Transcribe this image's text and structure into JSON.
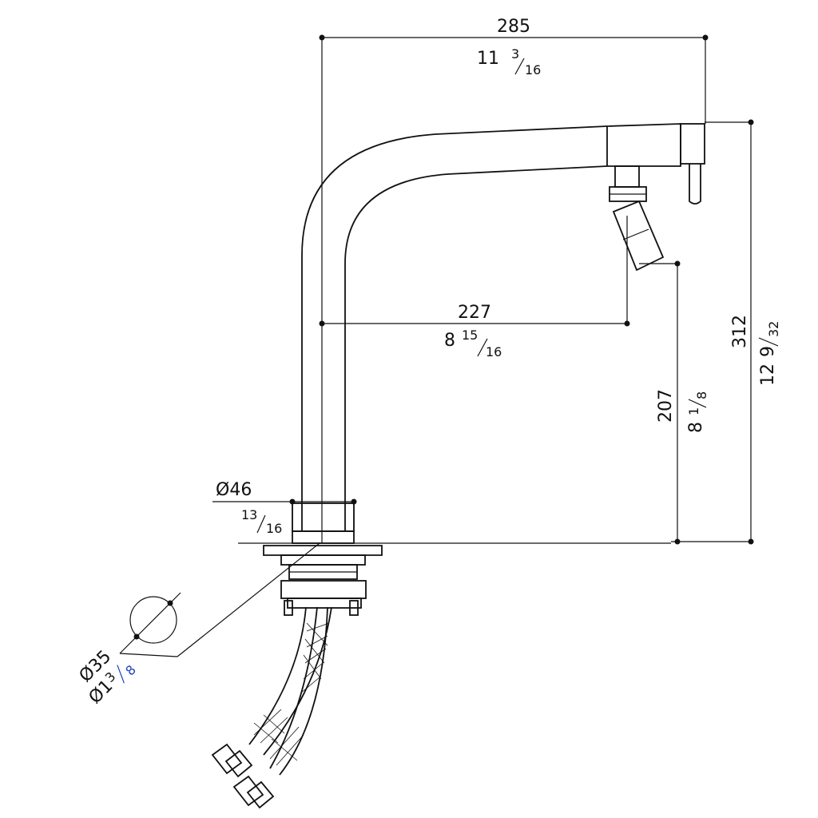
{
  "dimensions": {
    "width_total": {
      "mm": "285",
      "inch_whole": "11",
      "inch_num": "3",
      "inch_den": "16"
    },
    "reach": {
      "mm": "227",
      "inch_whole": "8",
      "inch_num": "15",
      "inch_den": "16"
    },
    "height_total": {
      "mm": "312",
      "inch_whole": "12",
      "inch_num": "9",
      "inch_den": "32"
    },
    "spout_height": {
      "mm": "207",
      "inch_whole": "8",
      "inch_num": "1",
      "inch_den": "8"
    },
    "base_diameter": {
      "mm": "Ø46",
      "inch_num": "13",
      "inch_den": "16"
    },
    "hole_diameter": {
      "mm": "Ø35",
      "inch_prefix": "Ø1",
      "inch_num": "3",
      "inch_den": "8"
    }
  },
  "colors": {
    "line": "#111111",
    "accent": "#2244bb"
  }
}
